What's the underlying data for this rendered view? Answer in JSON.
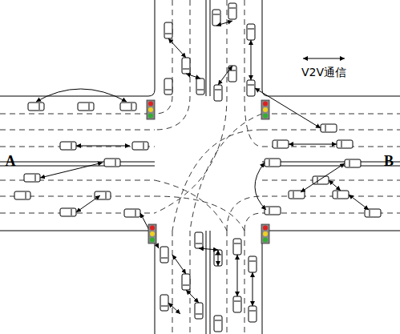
{
  "diagram": {
    "labels": [
      "A",
      "B"
    ],
    "legend": [
      {
        "text": "V2V通信"
      }
    ]
  }
}
